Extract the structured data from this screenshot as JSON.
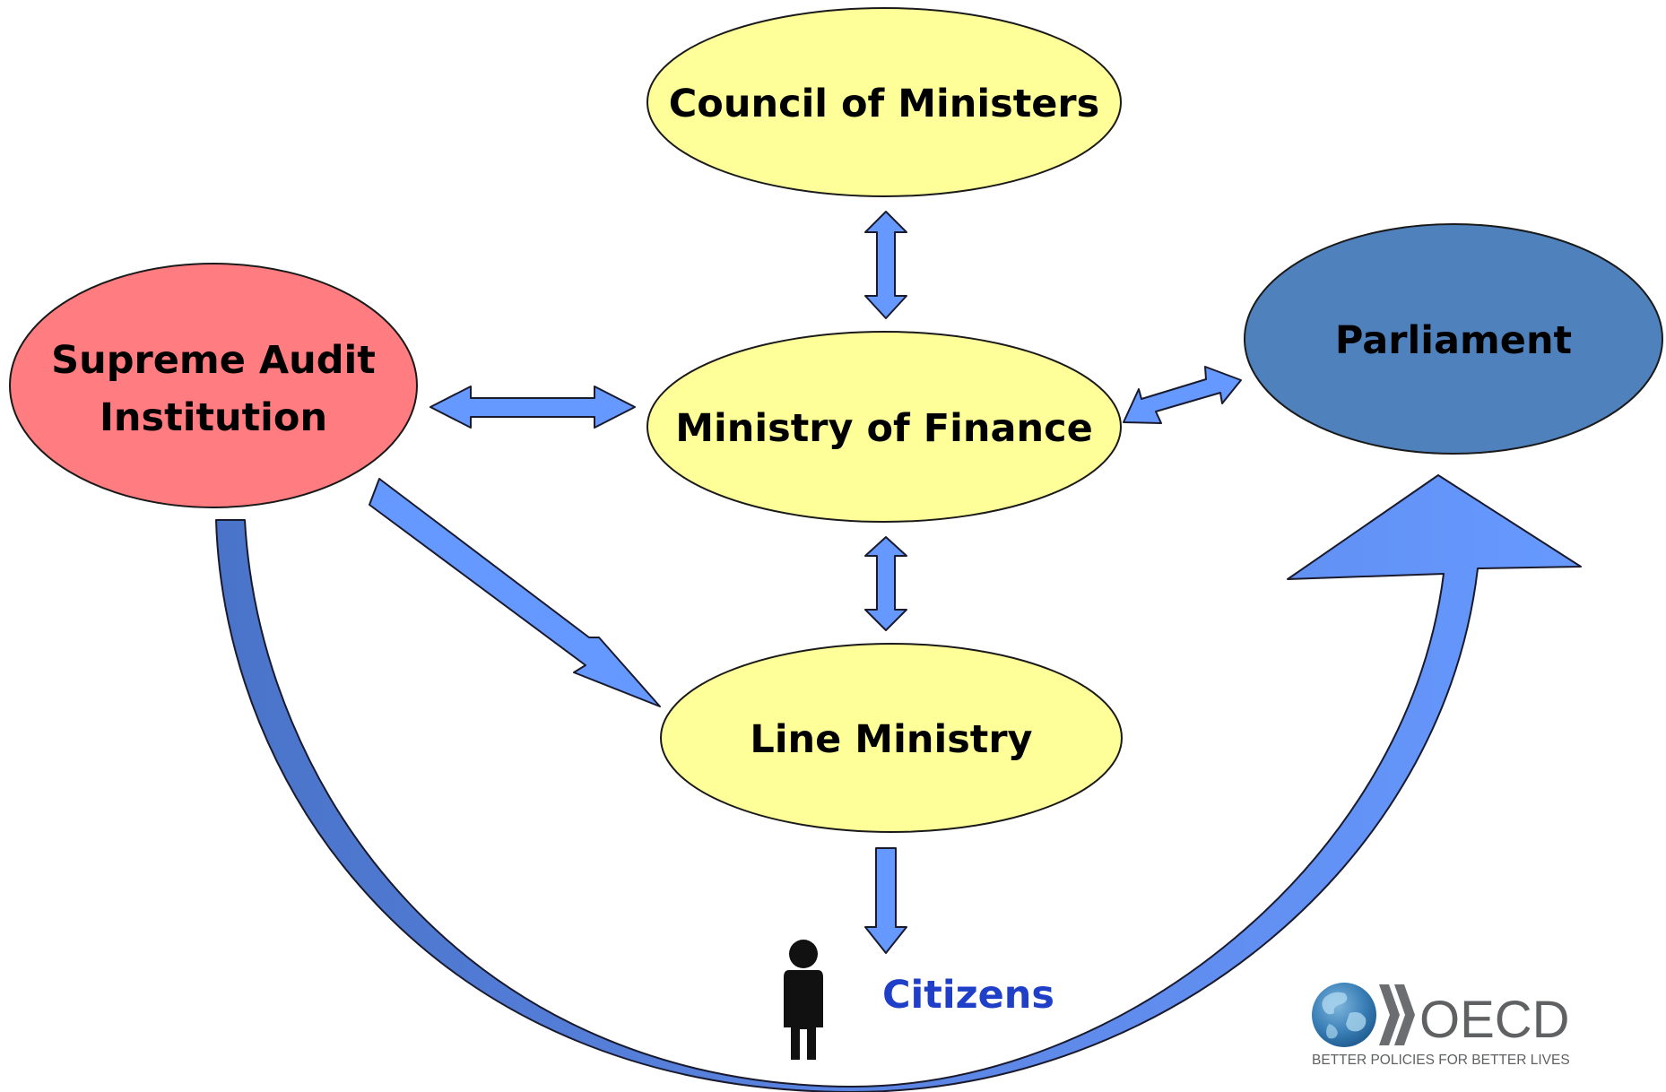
{
  "diagram": {
    "nodes": {
      "council": {
        "label": "Council of Ministers",
        "color": "#ffff99"
      },
      "finance": {
        "label": "Ministry of Finance",
        "color": "#ffff99"
      },
      "line": {
        "label": "Line Ministry",
        "color": "#ffff99"
      },
      "sai": {
        "label_line1": "Supreme Audit",
        "label_line2": "Institution",
        "color": "#ff7c80"
      },
      "parliament": {
        "label": "Parliament",
        "color": "#4f81bd"
      }
    },
    "citizens": {
      "label": "Citizens",
      "color": "#1f3fc8",
      "icon": "person-icon"
    },
    "arrow_color": "#6699ff",
    "arrows": [
      {
        "from": "Council of Ministers",
        "to": "Ministry of Finance",
        "direction": "both"
      },
      {
        "from": "Supreme Audit Institution",
        "to": "Ministry of Finance",
        "direction": "both"
      },
      {
        "from": "Ministry of Finance",
        "to": "Parliament",
        "direction": "both"
      },
      {
        "from": "Ministry of Finance",
        "to": "Line Ministry",
        "direction": "both"
      },
      {
        "from": "Supreme Audit Institution",
        "to": "Line Ministry",
        "direction": "one-way"
      },
      {
        "from": "Line Ministry",
        "to": "Citizens",
        "direction": "one-way"
      },
      {
        "from": "Supreme Audit Institution",
        "to": "Parliament",
        "direction": "one-way",
        "shape": "curved"
      }
    ]
  },
  "logo": {
    "name": "OECD",
    "tagline": "BETTER POLICIES FOR BETTER LIVES",
    "icon": "globe-icon"
  }
}
